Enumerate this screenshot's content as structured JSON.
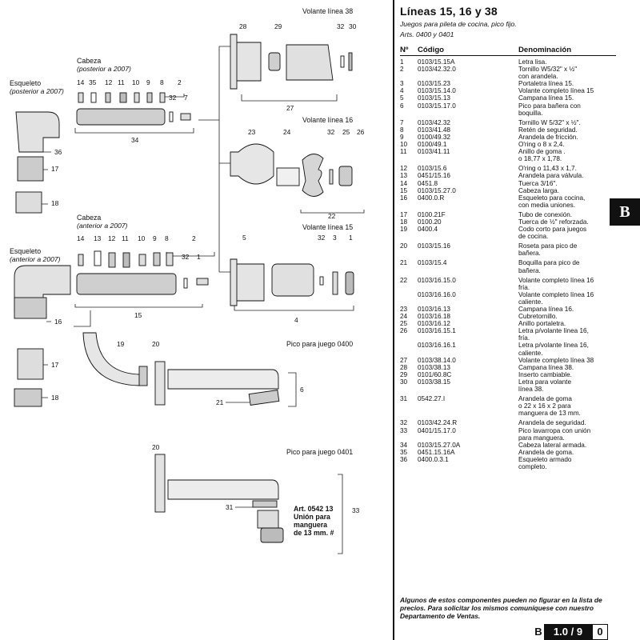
{
  "header": {
    "title": "Líneas 15, 16 y 38",
    "subtitle": "Juegos para pileta de cocina, pico fijo.",
    "arts": "Arts. 0400 y 0401"
  },
  "table": {
    "col_num": "Nº",
    "col_code": "Código",
    "col_name": "Denominación",
    "rows": [
      {
        "n": "1",
        "code": "0103/15.15A",
        "name": "Letra lisa."
      },
      {
        "n": "2",
        "code": "0103/42.32.0",
        "name": "Tornillo W5/32\" x ½\"\ncon arandela."
      },
      {
        "n": "3",
        "code": "0103/15.23",
        "name": "Portaletra línea 15."
      },
      {
        "n": "4",
        "code": "0103/15.14.0",
        "name": "Volante completo línea 15"
      },
      {
        "n": "5",
        "code": "0103/15.13",
        "name": "Campana línea 15."
      },
      {
        "n": "6",
        "code": "0103/15.17.0",
        "name": "Pico para bañera con\nboquilla."
      },
      {
        "n": "7",
        "code": "0103/42.32",
        "name": "Tornillo W 5/32\" x ½\"."
      },
      {
        "n": "8",
        "code": "0103/41.48",
        "name": "Retén de seguridad."
      },
      {
        "n": "9",
        "code": "0100/49.32",
        "name": "Arandela de fricción."
      },
      {
        "n": "10",
        "code": "0100/49.1",
        "name": "O'ring o 8 x 2,4."
      },
      {
        "n": "11",
        "code": "0103/41.11",
        "name": "Anillo de goma .\no 18,77 x 1,78."
      },
      {
        "n": "12",
        "code": "0103/15.6",
        "name": "O'ring o 11,43 x 1,7."
      },
      {
        "n": "13",
        "code": "0451/15.16",
        "name": "Arandela para válvula."
      },
      {
        "n": "14",
        "code": "0451.8",
        "name": "Tuerca 3/16\"."
      },
      {
        "n": "15",
        "code": "0103/15.27.0",
        "name": "Cabeza larga."
      },
      {
        "n": "16",
        "code": "0400.0.R",
        "name": "Esqueleto para cocina,\ncon media uniones."
      },
      {
        "n": "17",
        "code": "0100.21F",
        "name": "Tubo de conexión."
      },
      {
        "n": "18",
        "code": "0100.20",
        "name": "Tuerca de ½\" reforzada."
      },
      {
        "n": "19",
        "code": "0400.4",
        "name": "Codo corto para juegos\nde cocina."
      },
      {
        "n": "20",
        "code": "0103/15.16",
        "name": "Roseta para pico de\nbañera."
      },
      {
        "n": "21",
        "code": "0103/15.4",
        "name": "Boquilla para pico de\nbañera."
      },
      {
        "n": "22",
        "code": "0103/16.15.0",
        "name": "Volante completo línea 16\nfría."
      },
      {
        "n": "",
        "code": "0103/16.16.0",
        "name": "Volante completo línea 16\ncaliente."
      },
      {
        "n": "23",
        "code": "0103/16.13",
        "name": "Campana línea 16."
      },
      {
        "n": "24",
        "code": "0103/16.18",
        "name": "Cubretornillo."
      },
      {
        "n": "25",
        "code": "0103/16.12",
        "name": "Anillo portaletra."
      },
      {
        "n": "26",
        "code": "0103/16.15.1",
        "name": "Letra p/volante línea 16,\nfría."
      },
      {
        "n": "",
        "code": "0103/16.16.1",
        "name": "Letra p/volante línea 16,\ncaliente."
      },
      {
        "n": "27",
        "code": "0103/38.14.0",
        "name": "Volante completo línea 38"
      },
      {
        "n": "28",
        "code": "0103/38.13",
        "name": "Campana línea 38."
      },
      {
        "n": "29",
        "code": "0101/60.8C",
        "name": "Inserto cambiable."
      },
      {
        "n": "30",
        "code": "0103/38.15",
        "name": "Letra para volante\nlínea 38."
      },
      {
        "n": "31",
        "code": "0542.27.I",
        "name": "Arandela de goma\no 22 x 16 x 2 para\nmanguera de 13 mm."
      },
      {
        "n": "32",
        "code": "0103/42.24.R",
        "name": "Arandela de seguridad."
      },
      {
        "n": "33",
        "code": "0401/15.17.0",
        "name": "Pico lavarropa con unión\npara manguera."
      },
      {
        "n": "34",
        "code": "0103/15.27.0A",
        "name": "Cabeza lateral armada."
      },
      {
        "n": "35",
        "code": "0451.15.16A",
        "name": "Arandela de goma."
      },
      {
        "n": "36",
        "code": "0400.0.3.1",
        "name": "Esqueleto armado\ncompleto."
      }
    ]
  },
  "side_tab": "B",
  "footnote": "Algunos de estos componentes pueden no figurar en la lista de precios. Para solicitar los mismos comuníquese con nuestro Departamento de Ventas.",
  "page_number": {
    "section": "B",
    "page": "1.0 / 9",
    "sub": "0"
  },
  "diagram": {
    "volante38": "Volante línea 38",
    "volante16": "Volante línea 16",
    "volante15": "Volante línea 15",
    "cabeza1": "Cabeza",
    "cabeza1_sub": "(posterior a 2007)",
    "cabeza2": "Cabeza",
    "cabeza2_sub": "(anterior a 2007)",
    "esq1": "Esqueleto",
    "esq1_sub": "(posterior a 2007)",
    "esq2": "Esqueleto",
    "esq2_sub": "(anterior a 2007)",
    "pico0400": "Pico para juego 0400",
    "pico0401": "Pico para juego 0401",
    "art_l1": "Art. 0542 13",
    "art_l2": "Unión para",
    "art_l3": "manguera",
    "art_l4": "de 13 mm. #",
    "n": {
      "n28": "28",
      "n29": "29",
      "n32a": "32",
      "n30": "30",
      "n27": "27",
      "n14a": "14",
      "n35": "35",
      "n12a": "12",
      "n11a": "11",
      "n10a": "10",
      "n9a": "9",
      "n8a": "8",
      "n2a": "2",
      "n32b": "32",
      "n7": "7",
      "n34": "34",
      "n36": "36",
      "n17a": "17",
      "n18a": "18",
      "n23": "23",
      "n24": "24",
      "n32c": "32",
      "n25": "25",
      "n26": "26",
      "n22": "22",
      "n14b": "14",
      "n13": "13",
      "n12b": "12",
      "n11b": "11",
      "n10b": "10",
      "n9b": "9",
      "n8b": "8",
      "n2b": "2",
      "n32d": "32",
      "n1b": "1",
      "n15": "15",
      "n16": "16",
      "n5": "5",
      "n32e": "32",
      "n3": "3",
      "n1": "1",
      "n4": "4",
      "n17b": "17",
      "n18b": "18",
      "n19": "19",
      "n20a": "20",
      "n21": "21",
      "n6": "6",
      "n20b": "20",
      "n31": "31",
      "n33": "33"
    }
  }
}
